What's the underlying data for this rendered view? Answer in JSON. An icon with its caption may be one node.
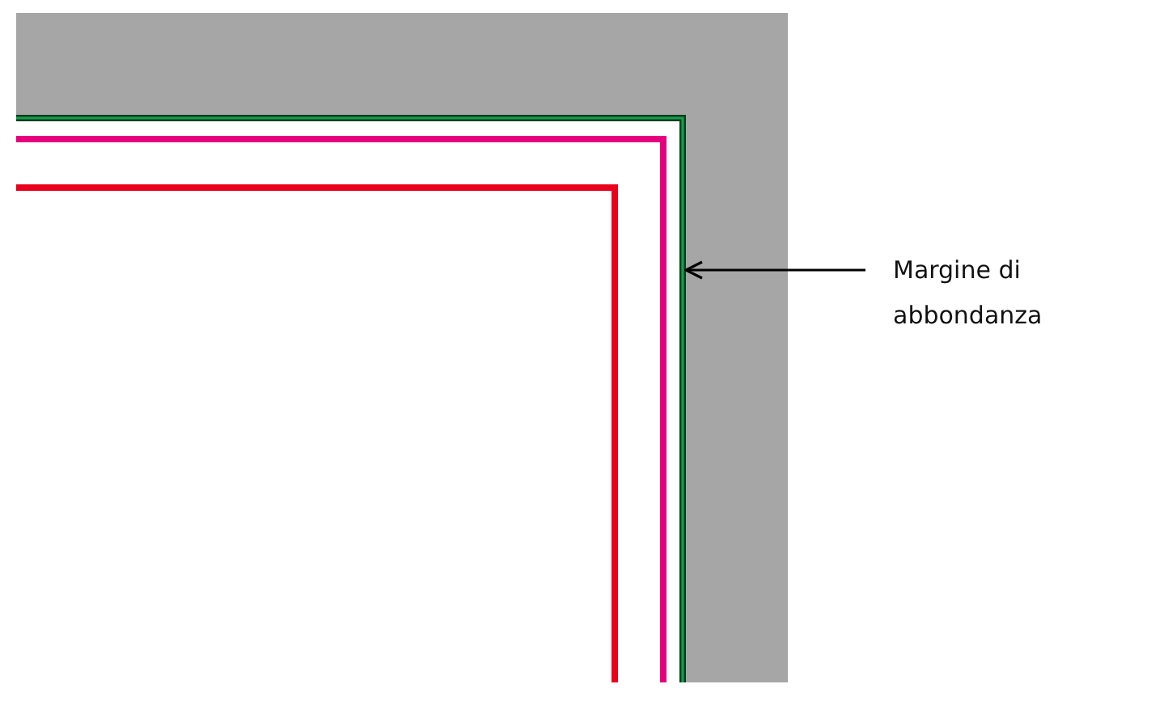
{
  "diagram": {
    "nodes": [
      {
        "text": [
          "Margine di abbondanza"
        ]
      },
      {
        "text": [],
        "shape": "box"
      }
    ],
    "edges": [
      {
        "from": 0,
        "to": 1,
        "arrow": "to"
      }
    ]
  }
}
